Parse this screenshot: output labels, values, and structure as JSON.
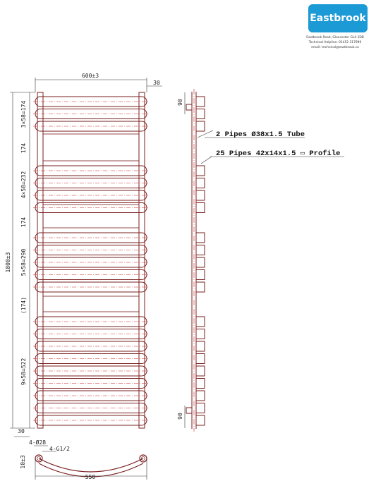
{
  "brand": {
    "name": "Eastbrook",
    "color": "#1b9ad6",
    "address": "Eastbrook Road, Gloucester GL4 3DB",
    "phone": "Technical Helpline: 01452 317990",
    "email": "email: technical@eastbrook.co"
  },
  "colors": {
    "outline": "#7a1f1f",
    "centerline": "#cc2222",
    "dimension": "#333333"
  },
  "dimensions": {
    "overall_width": "600±3",
    "overall_height": "1800±3",
    "top_offset": "30",
    "bottom_offset": "30",
    "group1": "3×58=174",
    "gap1": "174",
    "group2": "4×58=232",
    "gap2": "174",
    "group3": "5×58=290",
    "gap3": "(174)",
    "group4": "9×58=522",
    "side_top": "90",
    "side_bottom": "90",
    "base_depth": "10±3",
    "base_width": "550",
    "diam": "4-Ø28",
    "thread": "4-G1/2"
  },
  "notes": {
    "pipes": "2 Pipes Ø38x1.5 Tube",
    "profile": "25 Pipes 42x14x1.5 ▭ Profile"
  },
  "bar_groups": [
    3,
    4,
    5,
    9
  ]
}
